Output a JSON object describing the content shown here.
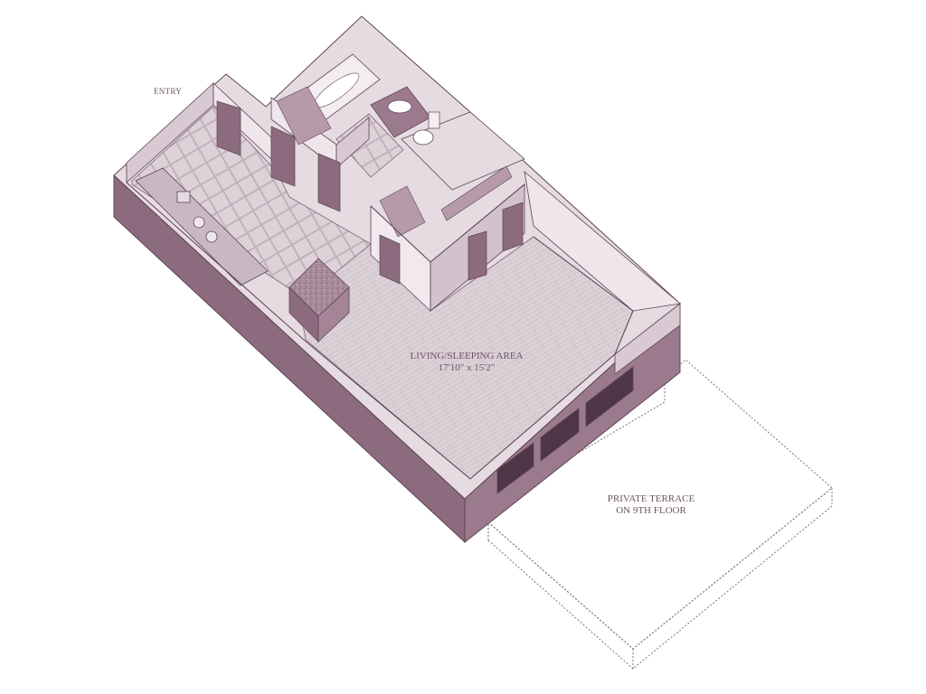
{
  "labels": {
    "entry": "ENTRY",
    "living_name": "LIVING/SLEEPING AREA",
    "living_dims": "17'10\" x 15'2\"",
    "terrace_line1": "PRIVATE TERRACE",
    "terrace_line2": "ON 9TH FLOOR"
  },
  "colors": {
    "wall_dark": "#8c6b7f",
    "wall_mid": "#b79aab",
    "wall_light": "#e2d5dc",
    "floor": "#d8ccd3",
    "line": "#5e4454",
    "text": "#6e5565"
  }
}
